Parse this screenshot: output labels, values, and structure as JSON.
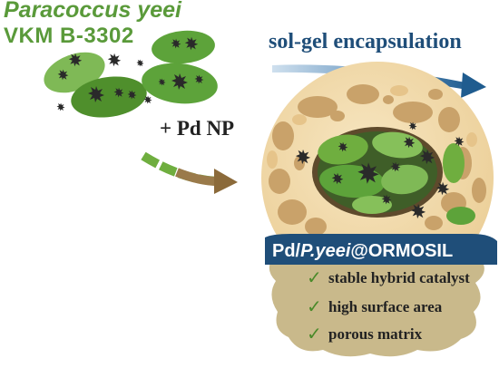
{
  "diagram": {
    "species": "Paracoccus yeei",
    "strain": "VKM B-3302",
    "additive": "+ Pd NP",
    "process": "sol-gel encapsulation",
    "product": {
      "prefix": "Pd/",
      "italic": "P.yeei",
      "suffix": "@ORMOSIL"
    },
    "features": [
      "stable hybrid catalyst",
      "high surface area",
      "porous matrix"
    ],
    "check_symbol": "✓",
    "colors": {
      "bacteria_green": "#5da33a",
      "bacteria_dark": "#3e7d23",
      "nanoparticle": "#2a2a2a",
      "sphere_fill": "#f3dcae",
      "sphere_pore": "#c9a26a",
      "banner_blue": "#1f4e79",
      "cloud_tan": "#c9b98b",
      "arrow_blue": "#1f5c8f",
      "arrow_brown": "#8b6a3a"
    }
  }
}
